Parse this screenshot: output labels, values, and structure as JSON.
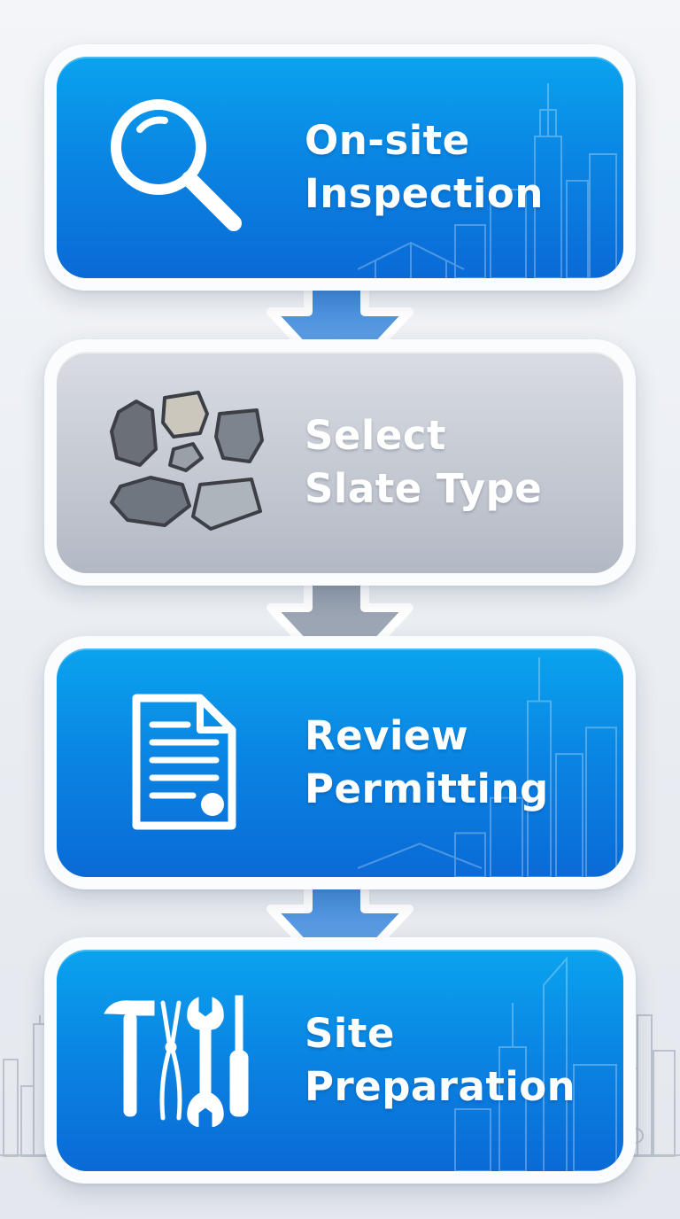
{
  "steps": [
    {
      "line1": "On-site",
      "line2": "Inspection",
      "icon": "magnifying-glass-icon",
      "variant": "blue"
    },
    {
      "line1": "Select",
      "line2": "Slate Type",
      "icon": "slate-stones-icon",
      "variant": "gray"
    },
    {
      "line1": "Review",
      "line2": "Permitting",
      "icon": "document-icon",
      "variant": "blue"
    },
    {
      "line1": "Site",
      "line2": "Preparation",
      "icon": "tools-icon",
      "variant": "blue"
    }
  ],
  "colors": {
    "blue_top": "#0aa3ef",
    "blue_bottom": "#0a6ad6",
    "gray_top": "#d9dce2",
    "gray_bottom": "#b3b9c4",
    "background": "#eef1f5"
  }
}
